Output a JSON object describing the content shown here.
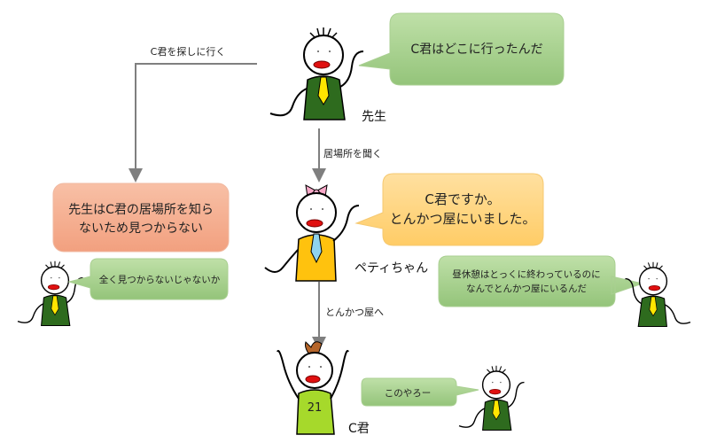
{
  "characters": {
    "teacher": {
      "name": "先生",
      "speech": "C君はどこに行ったんだ"
    },
    "petty": {
      "name": "ペティちゃん",
      "speech": [
        "C君ですか。",
        "とんかつ屋にいました。"
      ]
    },
    "c_kun": {
      "name": "C君",
      "shirt_number": "21"
    }
  },
  "edges": {
    "search": "C君を探しに行く",
    "ask": "居場所を聞く",
    "go": "とんかつ屋へ"
  },
  "outcome_box": [
    "先生はC君の居場所を知ら",
    "ないため見つからない"
  ],
  "reactions": {
    "left": "全く見つからないじゃないか",
    "right": [
      "昼休憩はとっくに終わっているのに",
      "なんでとんかつ屋にいるんだ"
    ],
    "bottom": "このやろー"
  },
  "colors": {
    "teacher_body": "#2e6b1e",
    "petty_body": "#ffc20e",
    "c_kun_body": "#a6d92b",
    "green_bubble": "#a9d18e",
    "orange_bubble": "#ffd680",
    "red_box": "#f4a582",
    "arrow": "#7f7f7f"
  }
}
